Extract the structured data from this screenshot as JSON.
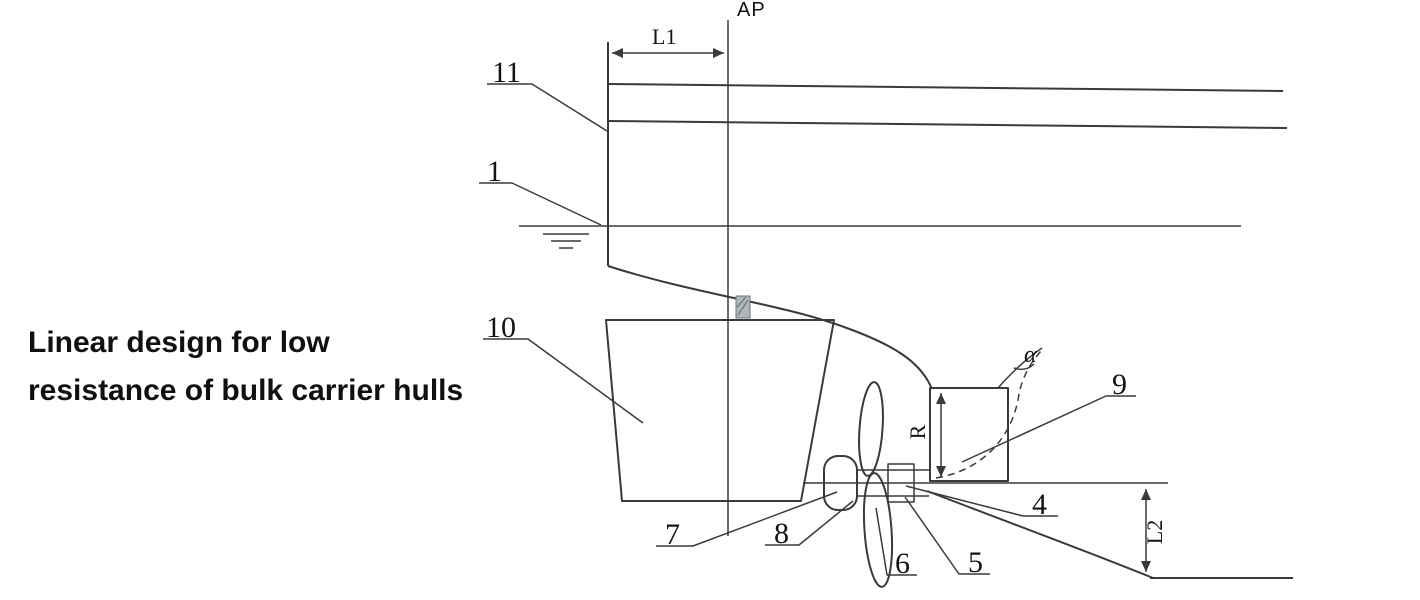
{
  "caption": {
    "line1": "Linear design for low",
    "line2": "resistance of bulk carrier hulls"
  },
  "axis_labels": {
    "ap": "AP",
    "l1": "L1",
    "l2": "L2",
    "radius": "R",
    "alpha": "α"
  },
  "part_numbers": {
    "p1": "1",
    "p4": "4",
    "p5": "5",
    "p6": "6",
    "p7": "7",
    "p8": "8",
    "p9": "9",
    "p10": "10",
    "p11": "11"
  },
  "colors": {
    "line": "#3a3a3a",
    "text": "#141414",
    "background": "#ffffff",
    "hatch_fill": "#aeb7bb"
  }
}
